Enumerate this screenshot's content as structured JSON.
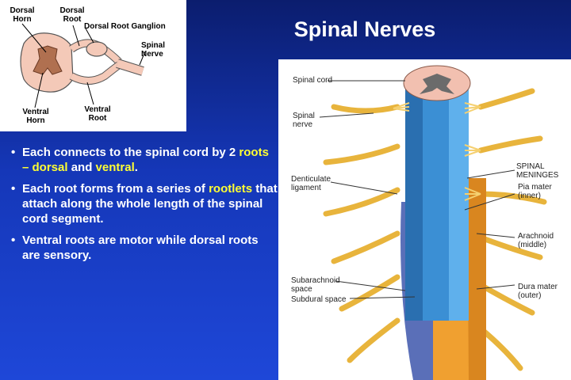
{
  "slide": {
    "title": "Spinal Nerves"
  },
  "diagram_top": {
    "labels": {
      "dorsal_horn_1": "Dorsal",
      "dorsal_horn_2": "Horn",
      "dorsal_root_1": "Dorsal",
      "dorsal_root_2": "Root",
      "ganglion": "Dorsal Root Ganglion",
      "spinal_nerve_1": "Spinal",
      "spinal_nerve_2": "Nerve",
      "ventral_horn_1": "Ventral",
      "ventral_horn_2": "Horn",
      "ventral_root_1": "Ventral",
      "ventral_root_2": "Root"
    }
  },
  "bullets": [
    {
      "dot": "•",
      "a": "Each connects to the spinal cord by 2 ",
      "h1": "roots",
      "b": " – ",
      "h2": "dorsal",
      "c": " and ",
      "h3": "ventral",
      "d": "."
    },
    {
      "dot": "•",
      "a": "Each root forms from a series of ",
      "h1": "rootlets",
      "b": " that attach along the whole length of the spinal cord segment."
    },
    {
      "dot": "•",
      "a": "Ventral roots are motor while dorsal roots are sensory."
    }
  ],
  "diagram_right": {
    "labels": {
      "spinal_cord": "Spinal cord",
      "spinal_nerve_1": "Spinal",
      "spinal_nerve_2": "nerve",
      "denticulate_1": "Denticulate",
      "denticulate_2": "ligament",
      "meninges_1": "SPINAL",
      "meninges_2": "MENINGES",
      "pia_1": "Pia mater",
      "pia_2": "(inner)",
      "arachnoid_1": "Arachnoid",
      "arachnoid_2": "(middle)",
      "subarachnoid_1": "Subarachnoid",
      "subarachnoid_2": "space",
      "subdural": "Subdural space",
      "dura_1": "Dura mater",
      "dura_2": "(outer)"
    }
  },
  "colors": {
    "background_top": "#0b1d6e",
    "background_bottom": "#1e47d8",
    "title": "#ffffff",
    "highlight": "#ffff33",
    "cord_blue": "#3b8fd4",
    "dura_orange": "#f0a030",
    "nerve_yellow": "#f5c54a"
  }
}
